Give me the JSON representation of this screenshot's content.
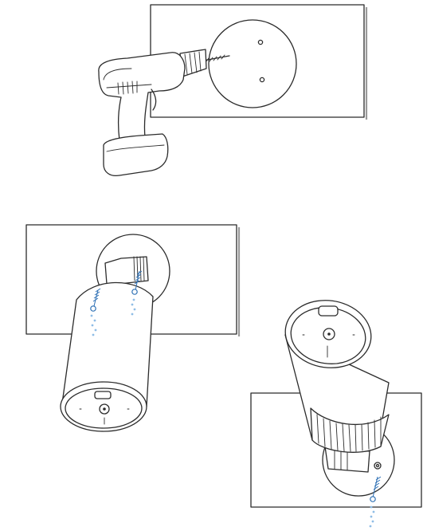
{
  "steps": [
    {
      "id": "drill-holes",
      "panel": "wall-panel-1"
    },
    {
      "id": "mount-camera-pointing-down",
      "panel": "wall-panel-2"
    },
    {
      "id": "mount-camera-pointing-up",
      "panel": "wall-panel-3"
    }
  ],
  "colors": {
    "line": "#2b2b2b",
    "screw": "#2c6fb4",
    "screw_dots": "#8fbde6",
    "background": "#ffffff"
  },
  "icons": [
    "power-drill-icon",
    "mounting-plate-icon",
    "camera-icon",
    "screw-icon"
  ]
}
